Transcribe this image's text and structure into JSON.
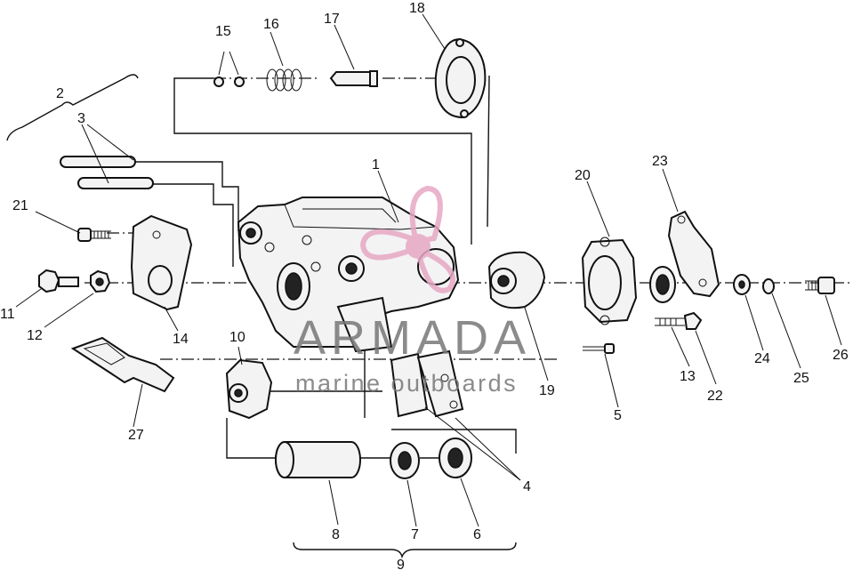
{
  "callouts": {
    "c1": "1",
    "c2": "2",
    "c3": "3",
    "c4": "4",
    "c5": "5",
    "c6": "6",
    "c7": "7",
    "c8": "8",
    "c9": "9",
    "c10": "10",
    "c11": "11",
    "c12": "12",
    "c13": "13",
    "c14": "14",
    "c15": "15",
    "c16": "16",
    "c17": "17",
    "c18": "18",
    "c19": "19",
    "c20": "20",
    "c21": "21",
    "c22": "22",
    "c23": "23",
    "c24": "24",
    "c25": "25",
    "c26": "26",
    "c27": "27"
  },
  "watermark": {
    "brand": "ARMADA",
    "tagline": "marine outboards",
    "logo_icon": "propeller-icon",
    "color": "#e7a9c4"
  }
}
